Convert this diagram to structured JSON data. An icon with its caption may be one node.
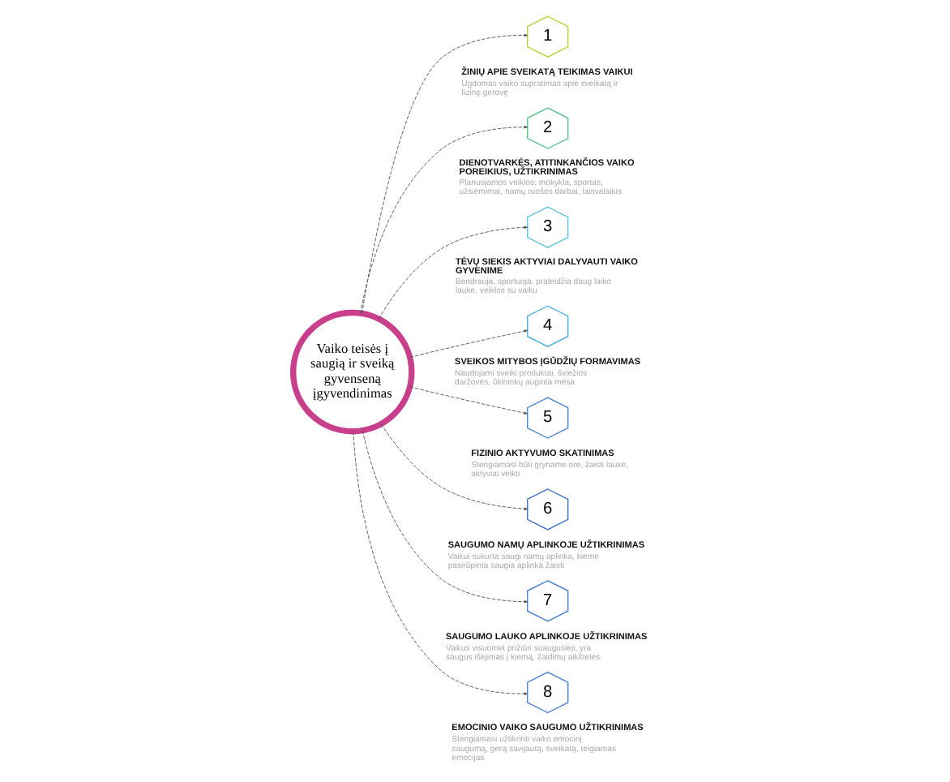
{
  "diagram": {
    "nodes": [
      {
        "text": [
          "Vaiko teisės į saugią ir sveiką gyvenseną įgyvendinimas"
        ]
      },
      {
        "text": [
          "1"
        ],
        "beside": [
          "ŽINIŲ APIE SVEIKATĄ TEIKIMAS VAIKUI",
          "Ugdomas vaiko supratimas apie sveikatą ir fizinę gerovę"
        ]
      },
      {
        "text": [
          "2"
        ],
        "beside": [
          "DIENOTVARKĖS, ATITINKANČIOS VAIKO POREIKIUS, UŽTIKRINIMAS",
          "Planuojamos veiklos: mokykla, sportas, užsiėmimai, namų ruošos darbai, laisvalaikis"
        ]
      },
      {
        "text": [
          "3"
        ],
        "beside": [
          "TĖVŲ SIEKIS AKTYVIAI DALYVAUTI VAIKO GYVENIME",
          "Bendrauja, sportuoja, praleidžia daug laiko lauke, veiklos su vaiku"
        ]
      },
      {
        "text": [
          "4"
        ],
        "beside": [
          "SVEIKOS MITYBOS ĮGŪDŽIŲ FORMAVIMAS",
          "Naudojami sveiki produktai, šviežios daržovės, ūkininkų auginta mėsa"
        ]
      },
      {
        "text": [
          "5"
        ],
        "beside": [
          "FIZINIO AKTYVUMO SKATINIMAS",
          "Stengiamasi būti gryname ore, žaisti lauke, aktyviai veikti"
        ]
      },
      {
        "text": [
          "6"
        ],
        "beside": [
          "SAUGUMO NAMŲ APLINKOJE UŽTIKRINIMAS",
          "Vaikui sukurta saugi namų aplinka, kieme pasirūpinta saugia aplinka žaisti"
        ]
      },
      {
        "text": [
          "7"
        ],
        "beside": [
          "SAUGUMO LAUKO APLINKOJE UŽTIKRINIMAS",
          "Vaikus visuomet prižiūri suaugusieji, yra saugus išėjimas į kiemą, žaidimų aikšteles"
        ]
      },
      {
        "text": [
          "8"
        ],
        "beside": [
          "EMOCINIO VAIKO SAUGUMO UŽTIKRINIMAS",
          "Stengiamasi užtikrinti vaiko emocinį saugumą, gerą savijautą, sveikatą, teigiamas emocijas"
        ]
      }
    ],
    "edges": [
      {
        "from": 0,
        "to": 1,
        "arrow": "to",
        "style": "dashed"
      },
      {
        "from": 0,
        "to": 2,
        "arrow": "to",
        "style": "dashed"
      },
      {
        "from": 0,
        "to": 3,
        "arrow": "to",
        "style": "dashed"
      },
      {
        "from": 0,
        "to": 4,
        "arrow": "to",
        "style": "dashed"
      },
      {
        "from": 0,
        "to": 5,
        "arrow": "to",
        "style": "dashed"
      },
      {
        "from": 0,
        "to": 6,
        "arrow": "to",
        "style": "dashed"
      },
      {
        "from": 0,
        "to": 7,
        "arrow": "to",
        "style": "dashed"
      },
      {
        "from": 0,
        "to": 8,
        "arrow": "to",
        "style": "dashed"
      }
    ]
  }
}
